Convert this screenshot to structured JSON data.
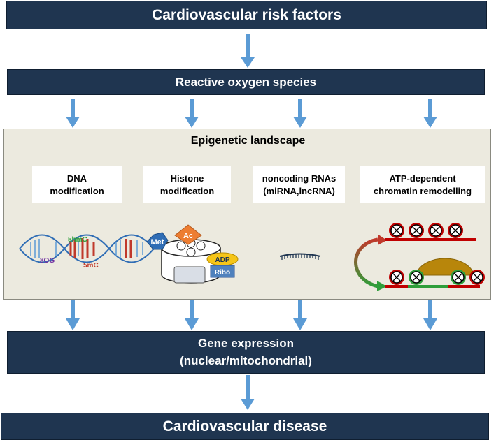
{
  "top_box": "Cardiovascular risk factors",
  "ros_box": "Reactive oxygen species",
  "epigenetic": {
    "title": "Epigenetic landscape",
    "categories": [
      {
        "line1": "DNA",
        "line2": "modification"
      },
      {
        "line1": "Histone",
        "line2": "modification"
      },
      {
        "line1": "noncoding RNAs",
        "line2": "(miRNA,lncRNA)"
      },
      {
        "line1": "ATP-dependent",
        "line2": "chromatin remodelling"
      }
    ],
    "dna_labels": {
      "hmc": "5hmC",
      "mc": "5mC",
      "og": "8OG"
    },
    "histone_labels": {
      "met": "Met",
      "ac": "Ac",
      "adp": "ADP",
      "ribo": "Ribo"
    }
  },
  "gene_box": {
    "line1": "Gene expression",
    "line2": "(nuclear/mitochondrial)"
  },
  "bottom_box": "Cardiovascular disease",
  "colors": {
    "dark_box": "#1f3550",
    "arrow": "#5b9bd5",
    "panel": "#eceadf"
  }
}
